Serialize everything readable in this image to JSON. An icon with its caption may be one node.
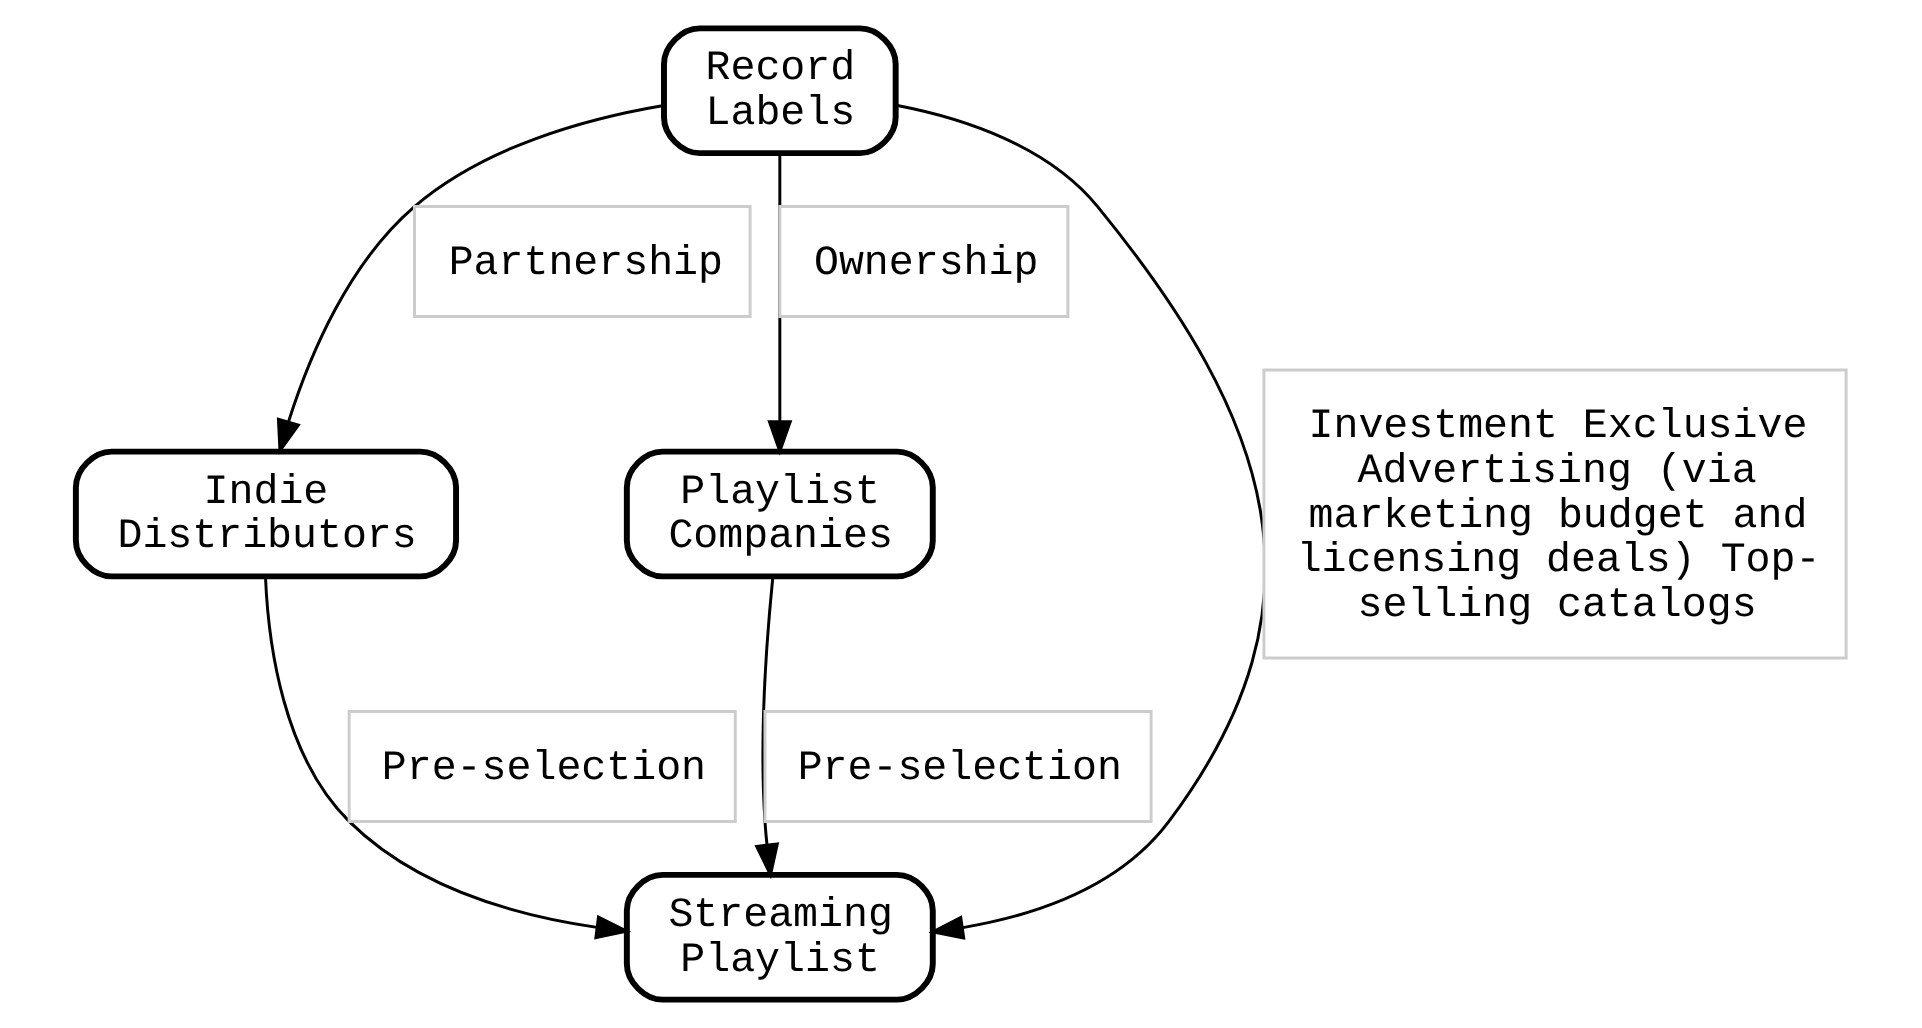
{
  "diagram": {
    "nodes": [
      {
        "text": [
          "Record Labels"
        ]
      },
      {
        "text": [
          "Indie Distributors"
        ]
      },
      {
        "text": [
          "Playlist Companies"
        ]
      },
      {
        "text": [
          "Streaming Playlist"
        ]
      }
    ],
    "edges": [
      {
        "from": 0,
        "to": 1,
        "arrow": "to",
        "label": "Partnership"
      },
      {
        "from": 0,
        "to": 3,
        "arrow": "to",
        "label": "Investment Exclusive Advertising (via marketing budget and licensing deals) Top-selling catalogs"
      },
      {
        "from": 0,
        "to": 2,
        "arrow": "to",
        "label": "Ownership"
      },
      {
        "from": 1,
        "to": 3,
        "arrow": "to",
        "label": "Pre-selection"
      },
      {
        "from": 2,
        "to": 3,
        "arrow": "to",
        "label": "Pre-selection"
      }
    ]
  }
}
